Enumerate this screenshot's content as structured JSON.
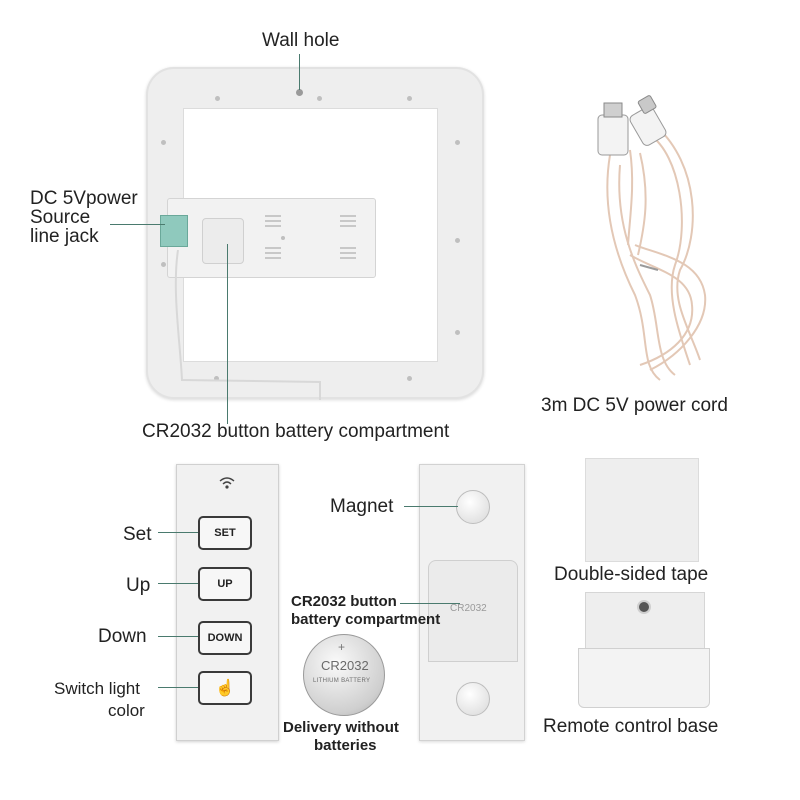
{
  "labels": {
    "wall_hole": "Wall hole",
    "dc_jack": [
      "DC 5Vpower",
      "Source",
      "line jack"
    ],
    "cr2032_top": "CR2032 button battery compartment",
    "power_cord": "3m DC 5V power cord",
    "set": "Set",
    "up": "Up",
    "down": "Down",
    "switch_light": [
      "Switch light",
      "color"
    ],
    "magnet": "Magnet",
    "cr2032_bottom": [
      "CR2032 button",
      "battery compartment"
    ],
    "delivery": [
      "Delivery without",
      "batteries"
    ],
    "tape": "Double-sided tape",
    "remote_base": "Remote control base"
  },
  "remote": {
    "set_btn": "SET",
    "up_btn": "UP",
    "down_btn": "DOWN"
  },
  "battery": {
    "model": "CR2032",
    "subtext": "LITHIUM BATTERY",
    "plus": "+"
  },
  "holder": {
    "print": "CR2032"
  },
  "colors": {
    "leader_line": "#4a7a6e",
    "plastic": "#efefef",
    "jack": "#8fc9bd"
  }
}
